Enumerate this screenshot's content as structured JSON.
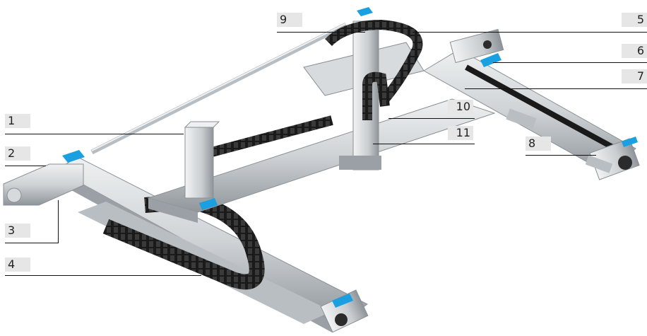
{
  "callouts": {
    "c1": "1",
    "c2": "2",
    "c3": "3",
    "c4": "4",
    "c5": "5",
    "c6": "6",
    "c7": "7",
    "c8": "8",
    "c9": "9",
    "c10": "10",
    "c11": "11"
  },
  "colors": {
    "aluminium": "#cfd3d6",
    "aluminium_dark": "#9ea4a8",
    "chain": "#1a1a1a",
    "accent_blue": "#1aa0e0"
  }
}
